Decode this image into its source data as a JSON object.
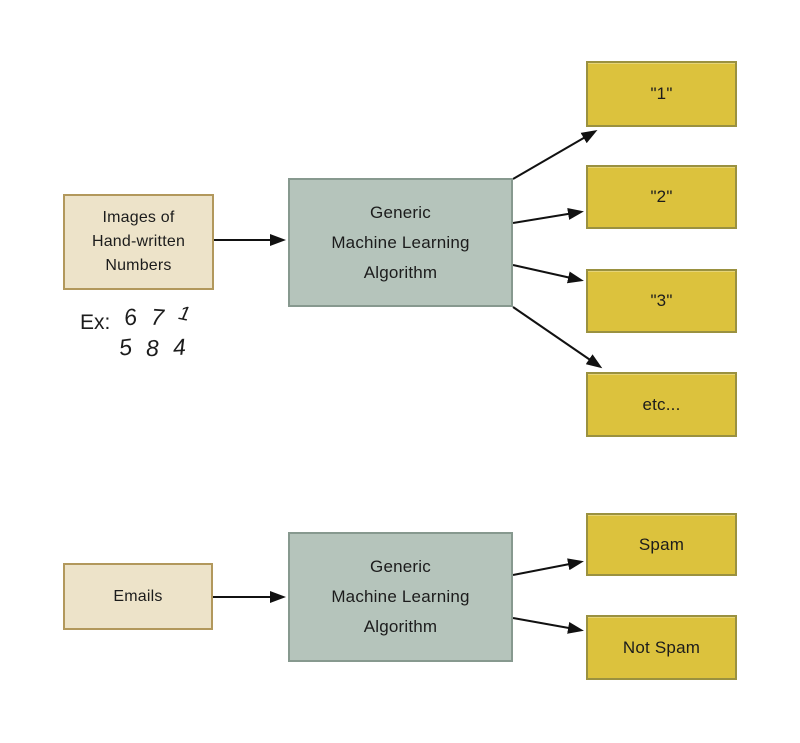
{
  "colors": {
    "background": "#ffffff",
    "input_fill": "#ede3c9",
    "input_border": "#b2985c",
    "algo_fill": "#b5c4bb",
    "algo_border": "#87998f",
    "output_fill": "#dcc23d",
    "output_border": "#9a9140",
    "arrow": "#111111",
    "text": "#1c1c1c"
  },
  "top_flow": {
    "input_label": "Images of\nHand-written\nNumbers",
    "example": {
      "label": "Ex:",
      "row1": [
        "6",
        "7",
        "1"
      ],
      "row2": [
        "5",
        "8",
        "4"
      ]
    },
    "algorithm_label": "Generic\nMachine Learning\nAlgorithm",
    "outputs": [
      {
        "label": "\"1\""
      },
      {
        "label": "\"2\""
      },
      {
        "label": "\"3\""
      },
      {
        "label": "etc..."
      }
    ]
  },
  "bottom_flow": {
    "input_label": "Emails",
    "algorithm_label": "Generic\nMachine Learning\nAlgorithm",
    "outputs": [
      {
        "label": "Spam"
      },
      {
        "label": "Not Spam"
      }
    ]
  }
}
